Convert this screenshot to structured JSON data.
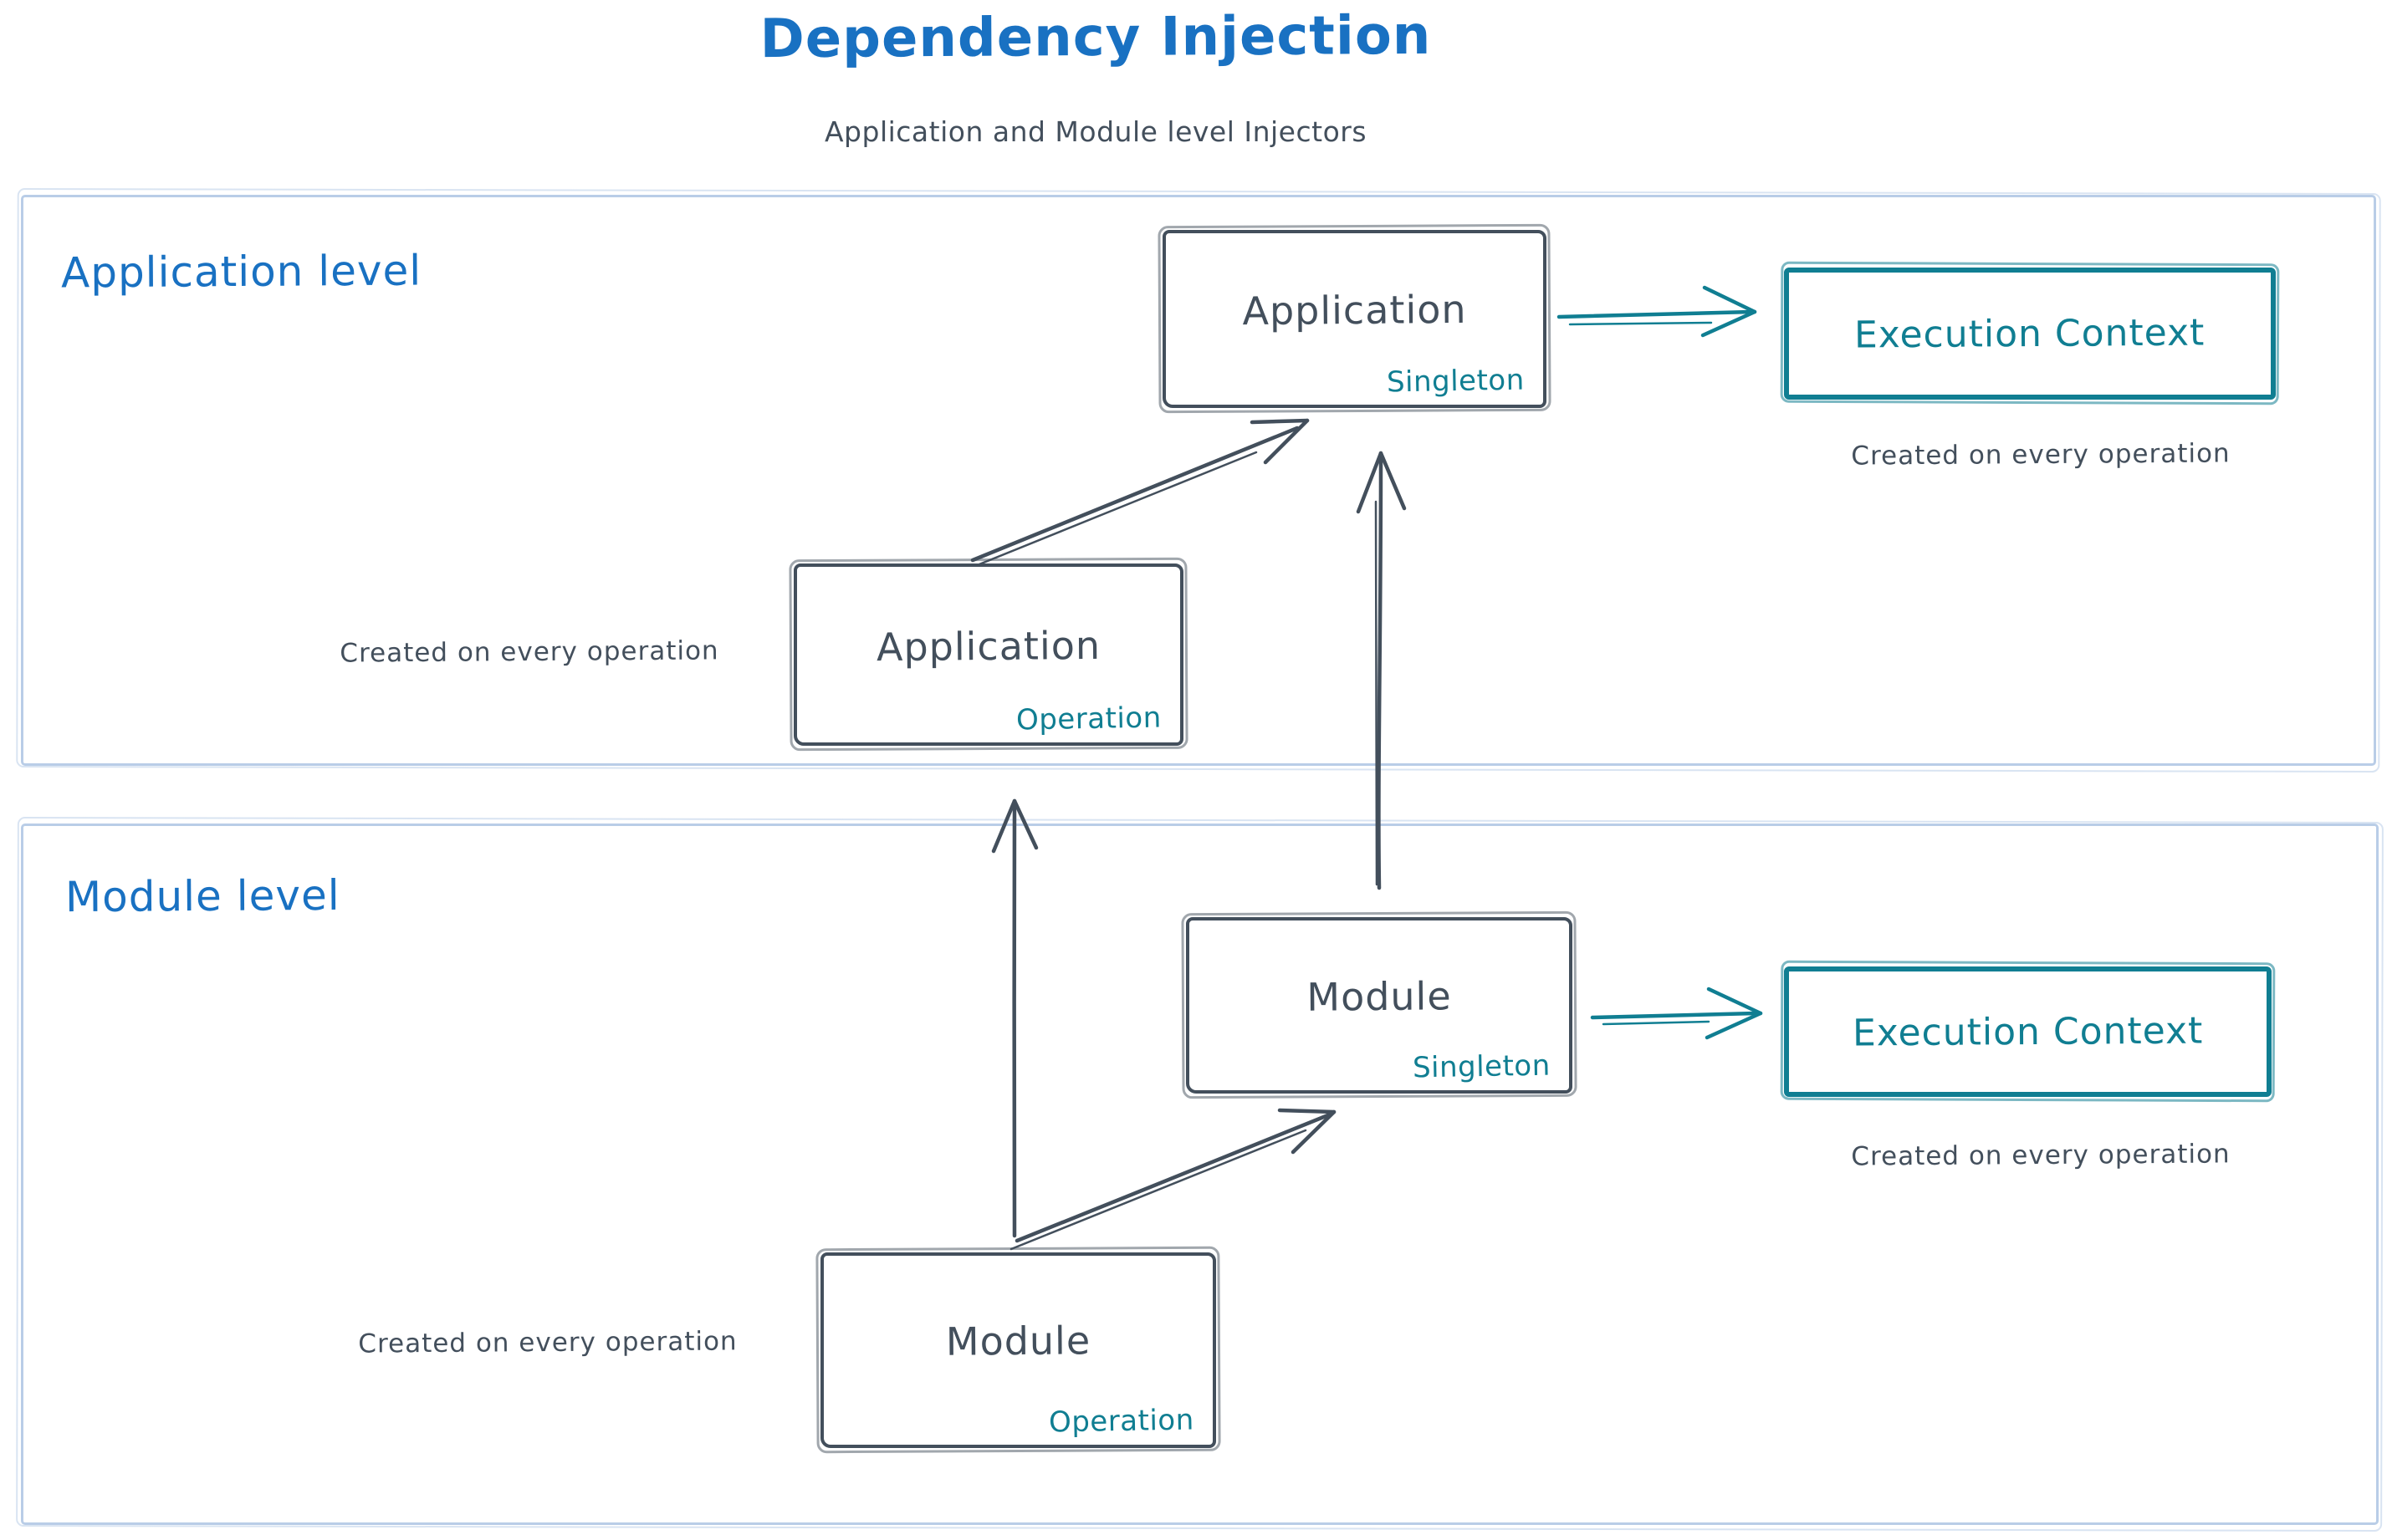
{
  "title": "Dependency Injection",
  "subtitle": "Application and Module level Injectors",
  "colors": {
    "blue": "#1971c2",
    "dark": "#434f5c",
    "teal": "#107e92",
    "section_border": "#b9cde7"
  },
  "sections": [
    {
      "label": "Application level"
    },
    {
      "label": "Module level"
    }
  ],
  "nodes": {
    "app_singleton": {
      "title": "Application",
      "tag": "Singleton"
    },
    "app_operation": {
      "title": "Application",
      "tag": "Operation"
    },
    "module_singleton": {
      "title": "Module",
      "tag": "Singleton"
    },
    "module_operation": {
      "title": "Module",
      "tag": "Operation"
    },
    "exec_context_app": {
      "title": "Execution Context"
    },
    "exec_context_module": {
      "title": "Execution Context"
    }
  },
  "captions": {
    "exec_app": "Created on every operation",
    "app_operation": "Created on every operation",
    "exec_module": "Created on every operation",
    "module_operation": "Created on every operation"
  }
}
